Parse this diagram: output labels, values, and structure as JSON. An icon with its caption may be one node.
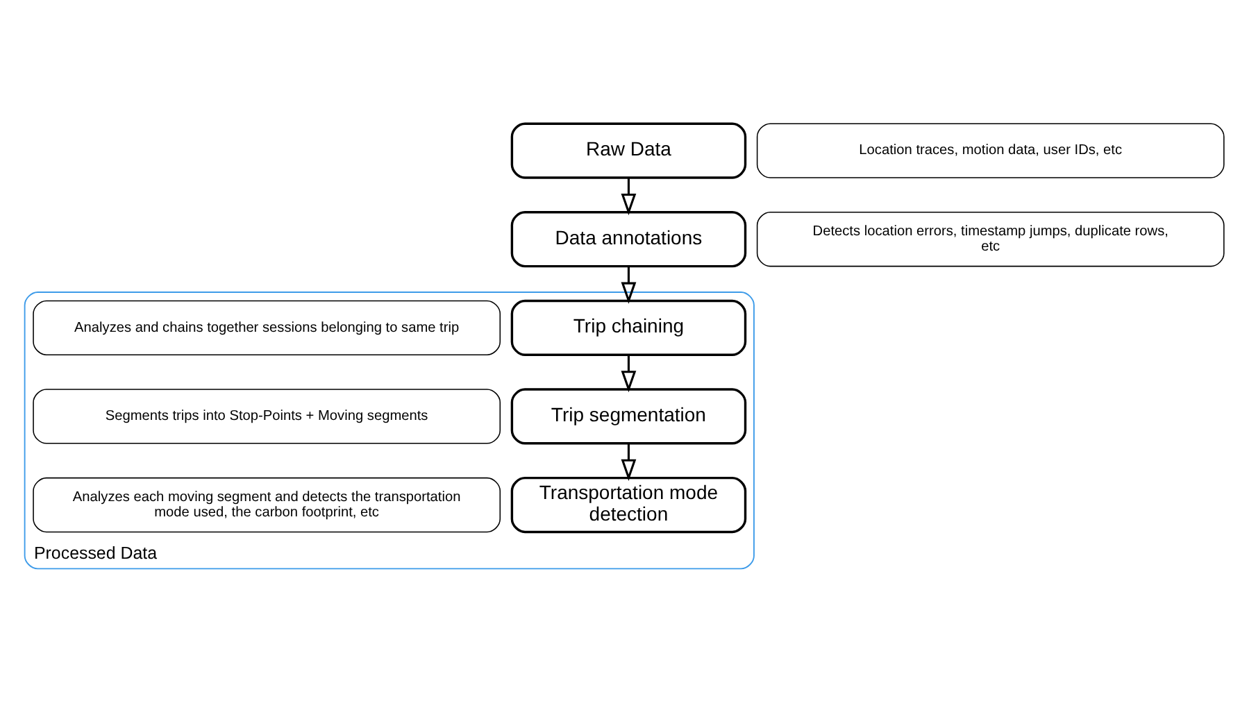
{
  "diagram": {
    "nodes": [
      {
        "text": [
          "Raw Data"
        ]
      },
      {
        "text": [
          "Location traces, motion data, user IDs, etc"
        ]
      },
      {
        "text": [
          "Data annotations"
        ]
      },
      {
        "text": [
          "Detects location errors, timestamp jumps, duplicate rows, etc"
        ]
      },
      {
        "text": [
          "Processed Data"
        ]
      },
      {
        "text": [
          "Trip chaining"
        ],
        "in": 4
      },
      {
        "text": [
          "Analyzes and chains together sessions belonging to same trip"
        ],
        "in": 4
      },
      {
        "text": [
          "Trip segmentation"
        ],
        "in": 4
      },
      {
        "text": [
          "Segments trips into Stop-Points + Moving segments"
        ],
        "in": 4
      },
      {
        "text": [
          "Transportation mode detection"
        ],
        "in": 4
      },
      {
        "text": [
          "Analyzes each moving segment and detects the transportation mode used, the carbon footprint, etc"
        ],
        "in": 4
      }
    ],
    "edges": [
      {
        "from": 0,
        "to": 2,
        "arrow": "to"
      },
      {
        "from": 2,
        "to": 5,
        "arrow": "to"
      },
      {
        "from": 5,
        "to": 7,
        "arrow": "to"
      },
      {
        "from": 7,
        "to": 9,
        "arrow": "to"
      }
    ]
  }
}
